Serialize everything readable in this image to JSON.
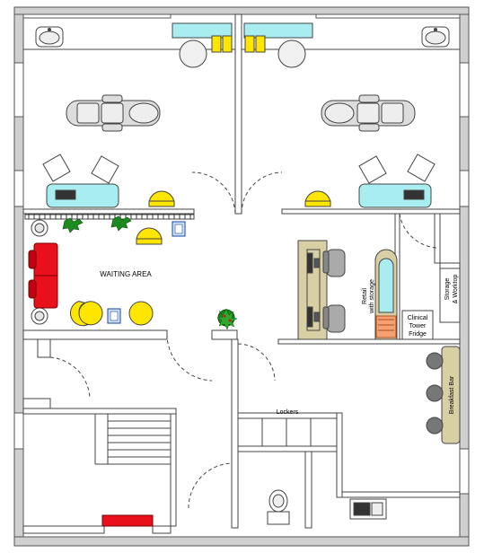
{
  "labels": {
    "waiting_area": "WAITING AREA",
    "retail_line1": "Retail",
    "retail_line2": "with storage",
    "storage_line1": "Storage",
    "storage_line2": "& Worktop",
    "fridge_line1": "Clinical",
    "fridge_line2": "Tower",
    "fridge_line3": "Fridge",
    "breakfast_bar": "Breakfast Bar",
    "lockers": "Lockers"
  },
  "colors": {
    "wall": "#d0d0d0",
    "wall_stroke": "#555555",
    "desk": "#a8eef0",
    "chair_yellow": "#ffe600",
    "sofa_red": "#e8101a",
    "reception_desk": "#d9cfa4",
    "plant": "#1d8a1d",
    "ornament_red": "#d01a1a"
  }
}
